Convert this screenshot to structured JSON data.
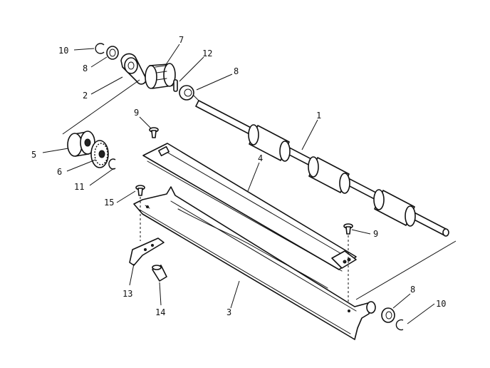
{
  "callouts": [
    {
      "id": "c10a",
      "label": "10"
    },
    {
      "id": "c8a",
      "label": "8"
    },
    {
      "id": "c2",
      "label": "2"
    },
    {
      "id": "c7",
      "label": "7"
    },
    {
      "id": "c12",
      "label": "12"
    },
    {
      "id": "c8b",
      "label": "8"
    },
    {
      "id": "c1",
      "label": "1"
    },
    {
      "id": "c9a",
      "label": "9"
    },
    {
      "id": "c5",
      "label": "5"
    },
    {
      "id": "c6",
      "label": "6"
    },
    {
      "id": "c11",
      "label": "11"
    },
    {
      "id": "c4",
      "label": "4"
    },
    {
      "id": "c15",
      "label": "15"
    },
    {
      "id": "c9b",
      "label": "9"
    },
    {
      "id": "c13",
      "label": "13"
    },
    {
      "id": "c14",
      "label": "14"
    },
    {
      "id": "c3",
      "label": "3"
    },
    {
      "id": "c8c",
      "label": "8"
    },
    {
      "id": "c10b",
      "label": "10"
    }
  ]
}
